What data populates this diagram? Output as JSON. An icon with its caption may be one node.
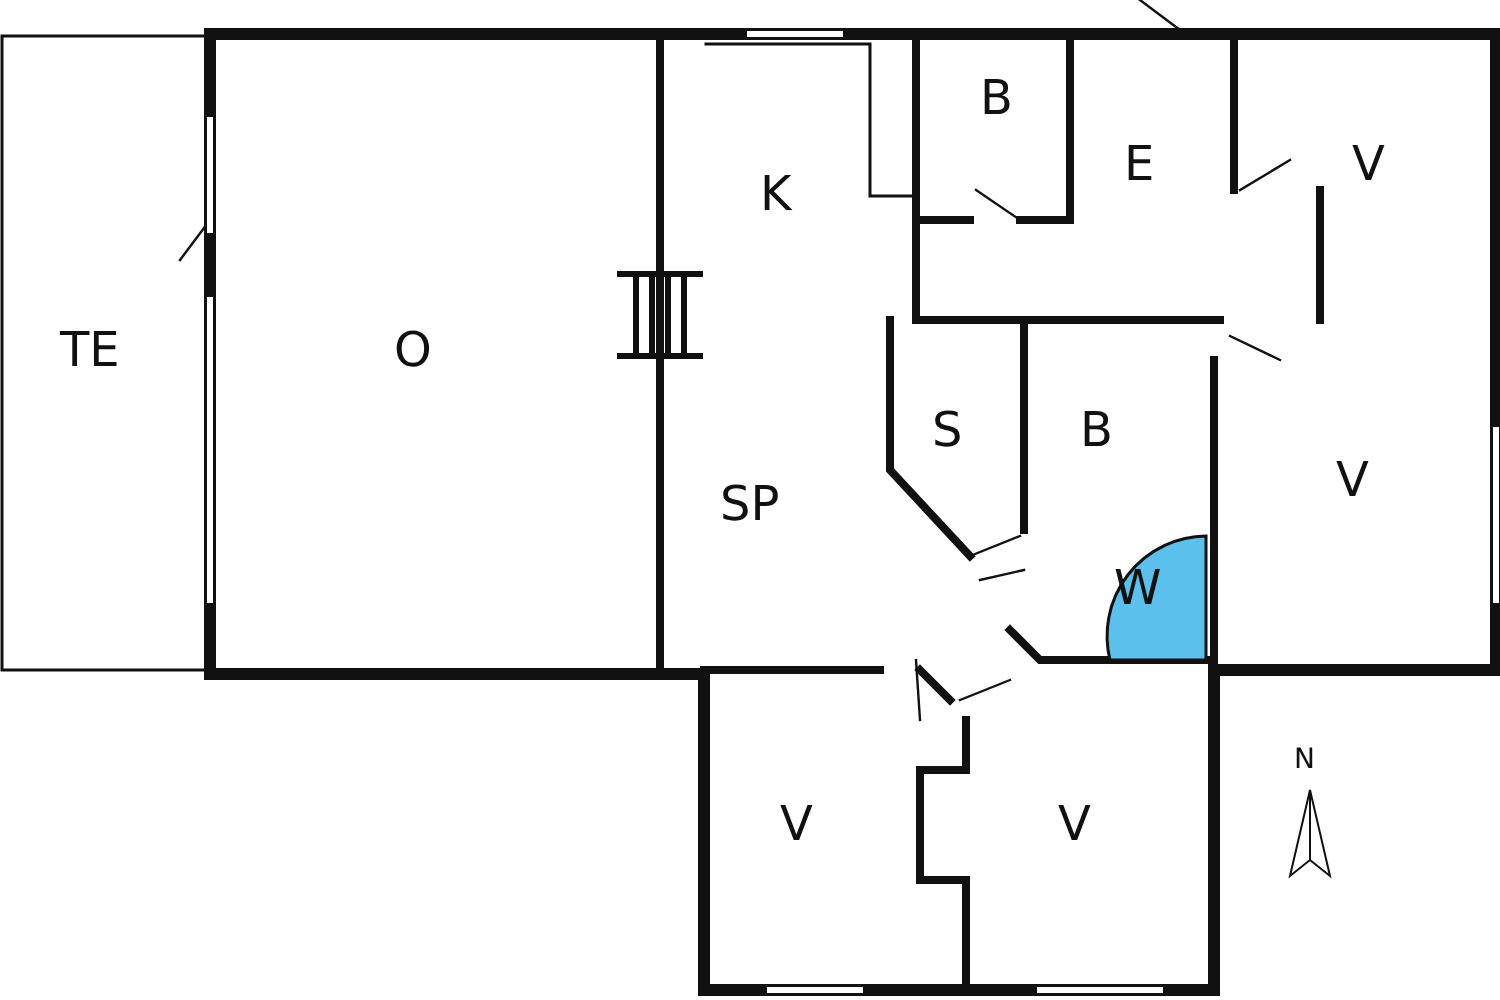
{
  "diagram": {
    "labels": [
      "B",
      "E",
      "V",
      "K",
      "TE",
      "O",
      "S",
      "B",
      "V",
      "SP",
      "W",
      "N",
      "V",
      "V"
    ]
  }
}
